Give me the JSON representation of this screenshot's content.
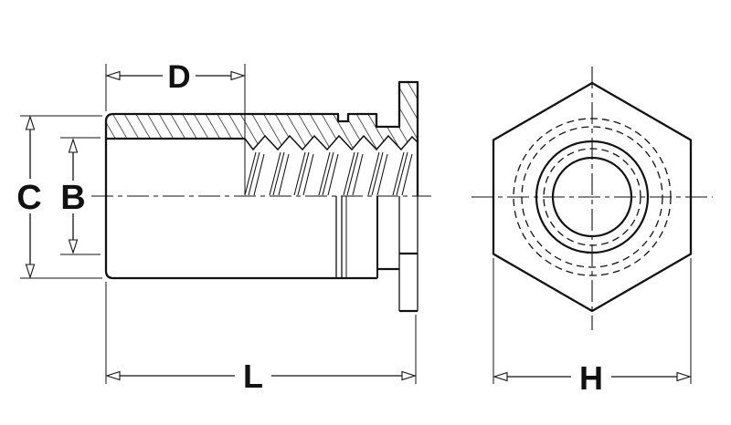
{
  "drawing": {
    "kind": "engineering-drawing",
    "subject": "self-clinching blind standoff, sectioned side view and hex end view",
    "colors": {
      "line": "#111111",
      "background": "#ffffff"
    },
    "views": {
      "side_view": {
        "name": "sectioned side view"
      },
      "end_view": {
        "name": "hex end view"
      }
    },
    "dimensions": {
      "counterbore_depth": {
        "label": "D"
      },
      "outer_diameter": {
        "label": "C"
      },
      "bore_diameter": {
        "label": "B"
      },
      "overall_length": {
        "label": "L"
      },
      "hex_across_flats": {
        "label": "H"
      }
    }
  }
}
